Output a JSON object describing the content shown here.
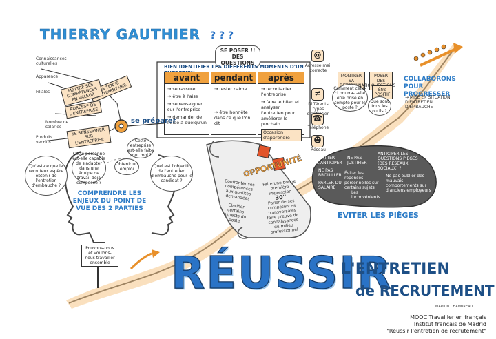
{
  "author": "THIERRY GAUTHIER",
  "main_title": "RÉUSSIR",
  "subtitle_line1": "L'ENTRETIEN",
  "subtitle_line2": "de RECRUTEMENT",
  "colors": {
    "blue": "#2a73c6",
    "orange": "#f0a13e",
    "grey": "#555555",
    "peach": "#fbe3c4"
  },
  "top_questions": {
    "marks": "? ? ?",
    "text": "SE POSER !! DES QUESTIONS"
  },
  "moments": {
    "title": "BIEN IDENTIFIER LES DIFFÉRENTS MOMENTS D'UN ENTRETIEN",
    "cards": [
      {
        "head": "avant",
        "items": [
          "→ se rassurer",
          "→ être à l'aise",
          "→ se renseigner sur l'entreprise",
          "→ demander de l'aide à quelqu'un"
        ]
      },
      {
        "head": "pendant",
        "items": [
          "→ rester calme",
          "→ être honnête dans ce que l'on dit"
        ]
      },
      {
        "head": "après",
        "items": [
          "→ recontacter l'entreprise",
          "→ faire le bilan et analyser l'entretien pour améliorer le prochain"
        ],
        "note": "Occasion d'apprendre"
      }
    ]
  },
  "left_tree": {
    "title_tag": "LA TENUE VESTIMENTAIRE",
    "items": [
      "Connaissances culturelles",
      "Apparence",
      "METTRE SES COMPÉTENCES EN VALEUR",
      "ADRESSE DE L'ENTREPRISE",
      "SE RENSEIGNER SUR L'ENTREPRISE",
      "Produits vendus",
      "Nombre de salariés",
      "Filiales"
    ],
    "key_label": "se préparer"
  },
  "understand": {
    "title": "COMPRENDRE LES ENJEUX DU POINT DE VUE DES 2 PARTIES",
    "bubble_left": "Qu'est-ce que le recruteur espère obtenir de l'entretien d'embauche ?",
    "bubble_right": "Quel est l'objectif de l'entretien d'embauche pour le candidat ?",
    "thought_1": "Cette personne est-elle capable de s'adapter dans une équipe de travail déjà composée ?",
    "thought_2": "Obtenir un emploi",
    "thought_3": "Cette entreprise est-elle faite pour moi ?",
    "sign": "Pouvons-nous et voulons-nous travailler ensemble"
  },
  "opportunity": {
    "label": "OPPORTUNITÉ",
    "left_col": [
      "Confronter ses compétences aux qualités demandées",
      "Clarifier certains aspects du poste"
    ],
    "right_col": [
      "Faire une bonne première impression",
      "30''",
      "Parler de ses compétences transversales",
      "faire preuve de connaissances du milieu professionnel"
    ]
  },
  "icons": {
    "items": [
      {
        "symbol": "@",
        "caption": "Adresse mail correcte"
      },
      {
        "symbol": "≠",
        "caption": "Différents types d'entretien"
      },
      {
        "symbol": "☎",
        "caption": "Téléphone"
      },
      {
        "symbol": "☻",
        "caption": "Réseau"
      }
    ]
  },
  "process": {
    "tag_a": "MONTRER SA DÉTERMINATION",
    "tag_b": "POSER DES QUESTIONS",
    "tag_c": "Être POSITIF",
    "bubble": "Comment celle-ci pourra-t-elle être prise en compte pour le poste ?",
    "bubble_2": "Que sont tous les outils ?"
  },
  "collaborate": {
    "title": "COLLABORONS POUR PROGRESSER",
    "note": "→ MISE EN SITUATION D'ENTRETIEN D'EMBAUCHE"
  },
  "pitfalls": {
    "title": "EVITER LES PIÈGES",
    "items": [
      "QUITTER L'ANTICIPER",
      "NE PAS BROUILLER",
      "NE PAS JUSTIFIER",
      "ANTICIPER LES QUESTIONS PIÈGES (DES RÉSEAUX SOCIAUX) ?",
      "Éviter les réponses personnelles sur certains sujets",
      "PARLER DU SALAIRE",
      "Ne pas oublier des mauvais comportements sur d'anciens employeurs",
      "Les inconvénients"
    ]
  },
  "signature": "MARION CHAMBREAU",
  "credit": [
    "MOOC Travailler en français",
    "Institut français de Madrid",
    "\"Réussir l'entretien de recrutement\""
  ]
}
